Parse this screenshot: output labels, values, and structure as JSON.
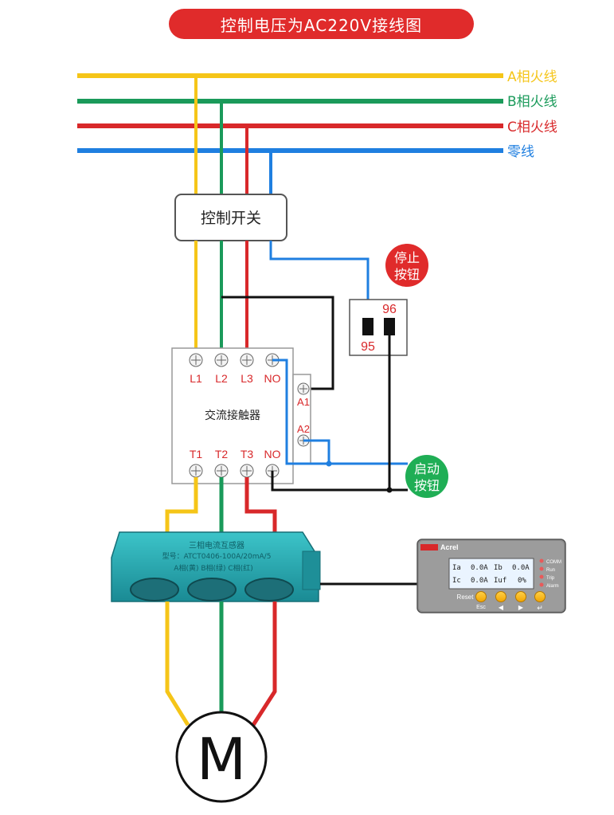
{
  "title": "控制电压为AC220V接线图",
  "phase_lines": [
    {
      "label": "A相火线",
      "color": "#f5c518"
    },
    {
      "label": "B相火线",
      "color": "#1a9a5a"
    },
    {
      "label": "C相火线",
      "color": "#d8282a"
    },
    {
      "label": "零线",
      "color": "#1f7fe0"
    }
  ],
  "control_switch": {
    "label": "控制开关"
  },
  "stop_button": {
    "label_line1": "停止",
    "label_line2": "按钮",
    "color": "#e02b2b"
  },
  "start_button": {
    "label_line1": "启动",
    "label_line2": "按钮",
    "color": "#1fae55"
  },
  "relay_terminals": {
    "left": "95",
    "right": "96"
  },
  "contactor": {
    "label": "交流接触器",
    "top_terminals": [
      "L1",
      "L2",
      "L3",
      "NO"
    ],
    "bottom_terminals": [
      "T1",
      "T2",
      "T3",
      "NO"
    ],
    "coil_terminals": [
      "A1",
      "A2"
    ]
  },
  "ct": {
    "line1": "三相电流互感器",
    "line2": "型号：ATCT0406-100A/20mA/5",
    "line3": "A相(黄)   B相(绿)   C相(红)"
  },
  "motor": {
    "label": "M"
  },
  "protector": {
    "brand": "Acrel",
    "screen_row1": [
      "Ia",
      "0.0A",
      "Ib",
      "0.0A"
    ],
    "screen_row2": [
      "Ic",
      "0.0A",
      "Iuf",
      "0%"
    ],
    "indicators": [
      "COMM",
      "Run",
      "Trip",
      "Alarm"
    ],
    "btn_reset": "Reset",
    "btn_esc": "Esc",
    "btn_left": "◀",
    "btn_right": "▶",
    "btn_enter": "↵"
  },
  "colors": {
    "yellow": "#f5c518",
    "green": "#1a9a5a",
    "red": "#d8282a",
    "blue": "#1f7fe0",
    "black": "#111111",
    "ct_body": "#27a8b0"
  }
}
